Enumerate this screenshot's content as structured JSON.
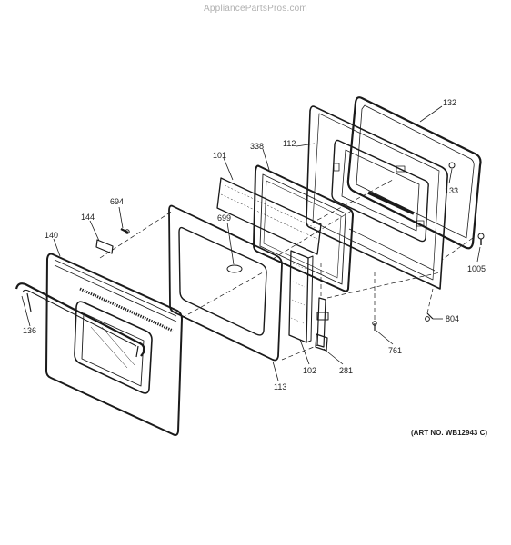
{
  "watermark": "AppliancePartsPros.com",
  "art_number": "(ART NO. WB12943 C)",
  "parts": [
    {
      "id": "door-frame-gasket",
      "number": "132"
    },
    {
      "id": "gasket-clip-133",
      "number": "133"
    },
    {
      "id": "inner-door-liner",
      "number": "112"
    },
    {
      "id": "insulation-338",
      "number": "338"
    },
    {
      "id": "insulation-101",
      "number": "101"
    },
    {
      "id": "screw-694",
      "number": "694"
    },
    {
      "id": "cap-144",
      "number": "144"
    },
    {
      "id": "window-699",
      "number": "699"
    },
    {
      "id": "outer-panel-140",
      "number": "140"
    },
    {
      "id": "handle-136",
      "number": "136"
    },
    {
      "id": "glass-113",
      "number": "113"
    },
    {
      "id": "insulation-102",
      "number": "102"
    },
    {
      "id": "hinge-281",
      "number": "281"
    },
    {
      "id": "screw-761",
      "number": "761"
    },
    {
      "id": "screw-804",
      "number": "804"
    },
    {
      "id": "screw-1005",
      "number": "1005"
    }
  ]
}
